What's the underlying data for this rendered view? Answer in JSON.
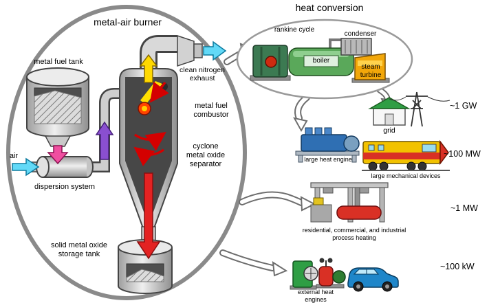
{
  "burner": {
    "title": "metal-air burner",
    "labels": {
      "metal_fuel_tank": "metal fuel tank",
      "air": "air",
      "dispersion_system": "dispersion system",
      "clean_nitrogen_exhaust": "clean nitrogen\nexhaust",
      "metal_fuel_combustor": "metal fuel\ncombustor",
      "cyclone_separator": "cyclone\nmetal oxide\nseparator",
      "storage_tank": "solid metal oxide\nstorage tank"
    }
  },
  "conversion": {
    "title": "heat conversion",
    "rankine": {
      "title": "rankine cycle",
      "boiler": "boiler",
      "condenser": "condenser",
      "steam_turbine": "steam\nturbine"
    },
    "outputs": {
      "grid": {
        "label": "grid",
        "power": "~1 GW"
      },
      "mechanical": {
        "engine": "large heat engine",
        "devices": "large mechanical devices",
        "power": "~100 MW"
      },
      "heating": {
        "label": "residential, commercial, and industrial\nprocess heating",
        "power": "~1 MW"
      },
      "portable": {
        "engines": "external heat\nengines",
        "power": "~100 kW"
      }
    }
  },
  "colors": {
    "boundary": "#8a8a8a",
    "air_arrow": "#62d9f7",
    "fuel_arrow": "#f04fa0",
    "carrier_arrow": "#8a4fd0",
    "hot_gas_arrow": "#ffd900",
    "oxide_arrow": "#e32222"
  }
}
